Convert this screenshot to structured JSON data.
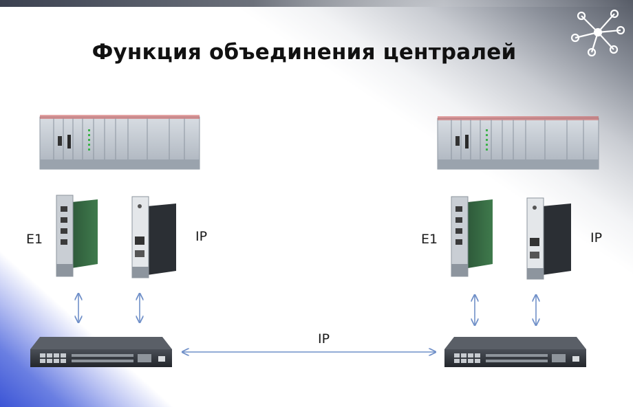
{
  "slide": {
    "title": "Функция объединения централей"
  },
  "labels": {
    "left_e1": "E1",
    "left_ip": "IP",
    "right_e1": "E1",
    "right_ip": "IP",
    "link_ip": "IP"
  },
  "icons": {
    "corner": "network-hub-icon"
  },
  "colors": {
    "arrow": "#6f8fc8",
    "accent_blue": "#3c55d6"
  }
}
